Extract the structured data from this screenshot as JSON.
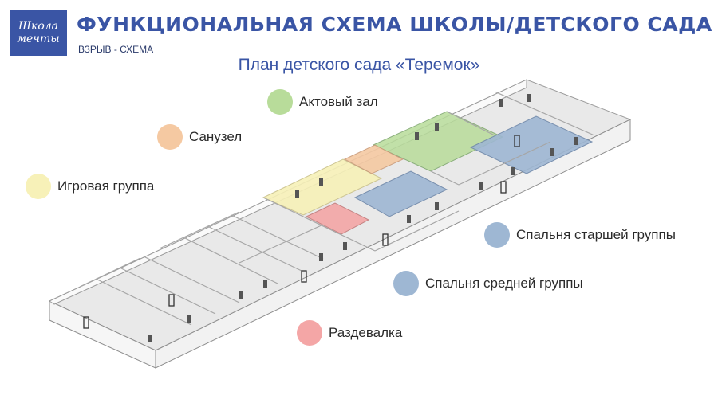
{
  "header": {
    "logo_line1": "Школа",
    "logo_line2": "мечты",
    "title": "ФУНКЦИОНАЛЬНАЯ СХЕМА ШКОЛЫ/ДЕТСКОГО САДА",
    "subtitle": "ВЗРЫВ - СХЕМА"
  },
  "plan": {
    "title": "План детского сада «Теремок»"
  },
  "legend": [
    {
      "label": "Актовый зал",
      "color": "#b8dc9a"
    },
    {
      "label": "Санузел",
      "color": "#f5c9a2"
    },
    {
      "label": "Игровая группа",
      "color": "#f7f1b8"
    },
    {
      "label": "Спальня старшей группы",
      "color": "#9eb7d3"
    },
    {
      "label": "Спальня средней группы",
      "color": "#9eb7d3"
    },
    {
      "label": "Раздевалка",
      "color": "#f4a6a6"
    }
  ],
  "colors": {
    "brand": "#3a55a5",
    "wall": "#f4f4f4",
    "wall_edge": "#9a9a9a",
    "floor": "#e6e6e6"
  }
}
